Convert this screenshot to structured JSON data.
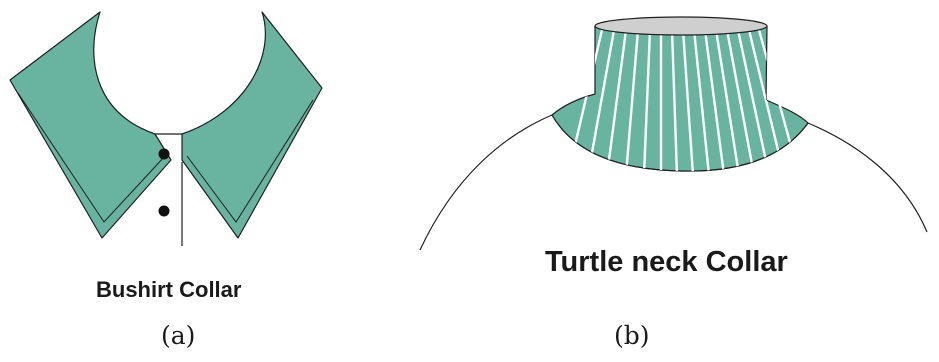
{
  "colors": {
    "collar_fill": "#68b4a0",
    "outline": "#1f1f1f",
    "button": "#111111",
    "neck_top": "#cfcfcf",
    "rib_stripe": "#ffffff",
    "background": "#ffffff"
  },
  "panels": [
    {
      "title": "Bushirt Collar",
      "label": "(a)"
    },
    {
      "title": "Turtle neck Collar",
      "label": "(b)"
    }
  ]
}
